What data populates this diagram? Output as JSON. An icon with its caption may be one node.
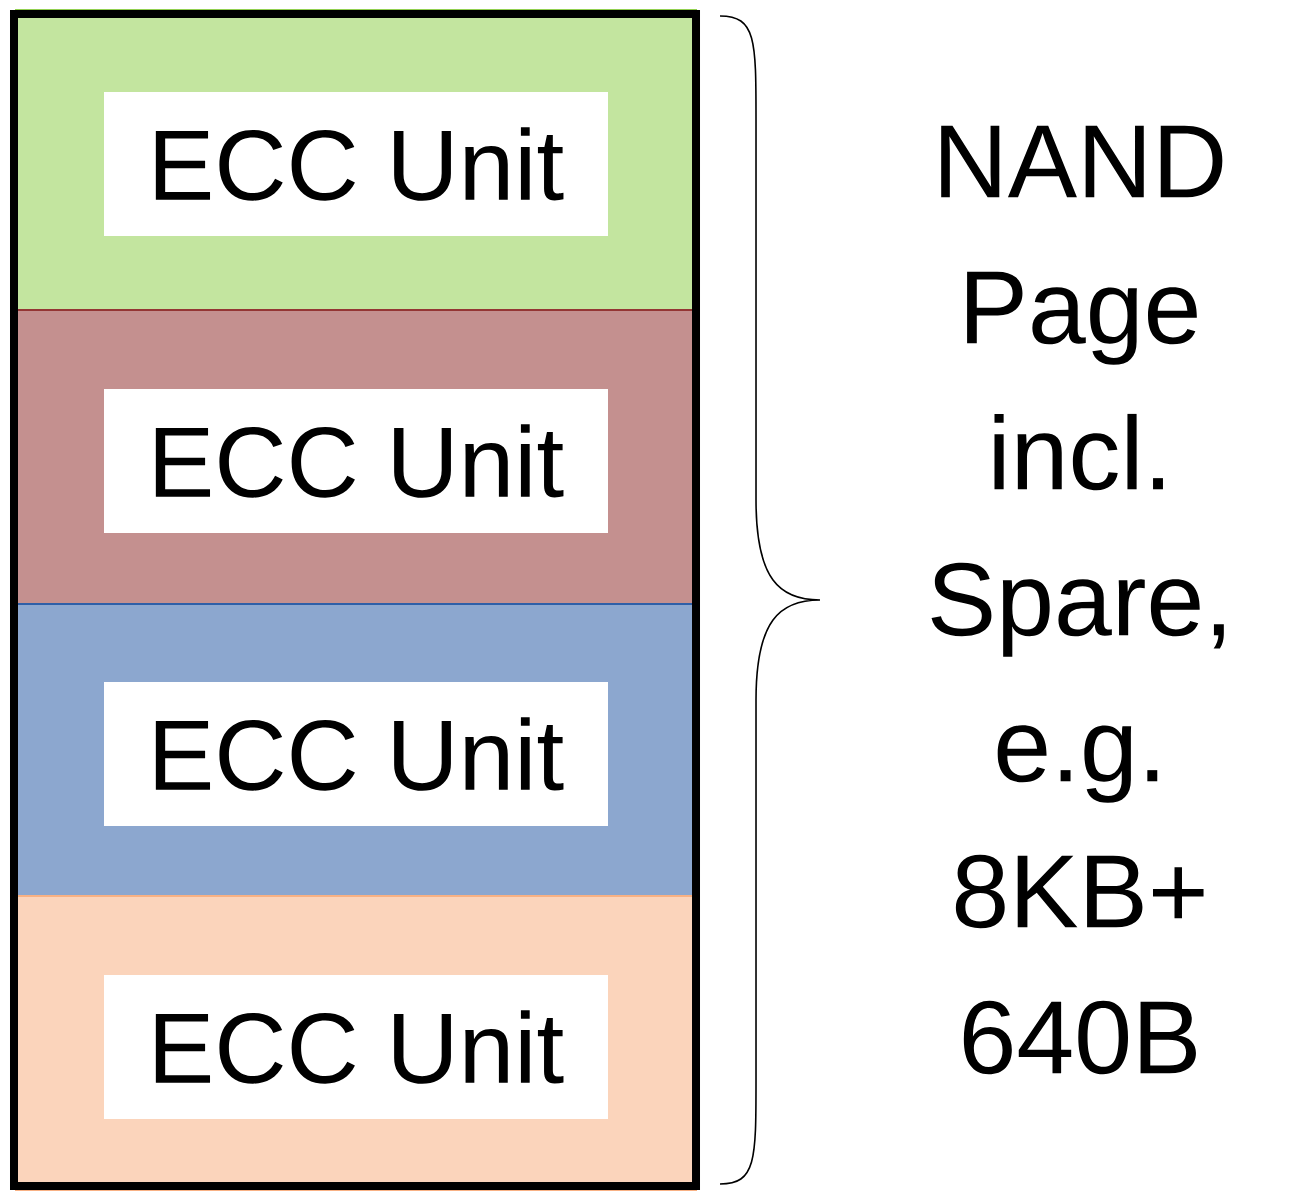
{
  "diagram": {
    "nodes": [
      {
        "text": [
          "ECC Unit"
        ]
      },
      {
        "text": [
          "ECC Unit"
        ]
      },
      {
        "text": [
          "ECC Unit"
        ]
      },
      {
        "text": [
          "ECC Unit"
        ]
      }
    ],
    "labels": [
      "NAND Page incl. Spare, e.g. 8KB+ 640B"
    ]
  }
}
